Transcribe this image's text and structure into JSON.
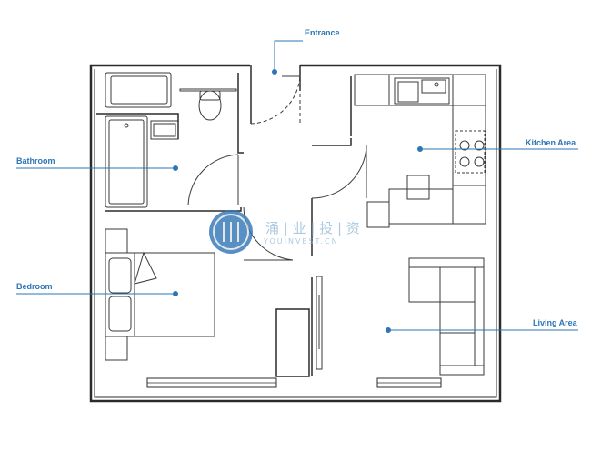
{
  "colors": {
    "wall": "#2b2b2b",
    "line": "#3a3a3a",
    "accent": "#2e75b6",
    "watermark": "#8fb9d8"
  },
  "labels": {
    "entrance": "Entrance",
    "bathroom": "Bathroom",
    "bedroom": "Bedroom",
    "kitchen": "Kitchen Area",
    "living": "Living Area"
  },
  "watermark": {
    "cn": "涌 | 业 | 投 | 资",
    "en": "YOUINVEST.CN"
  }
}
